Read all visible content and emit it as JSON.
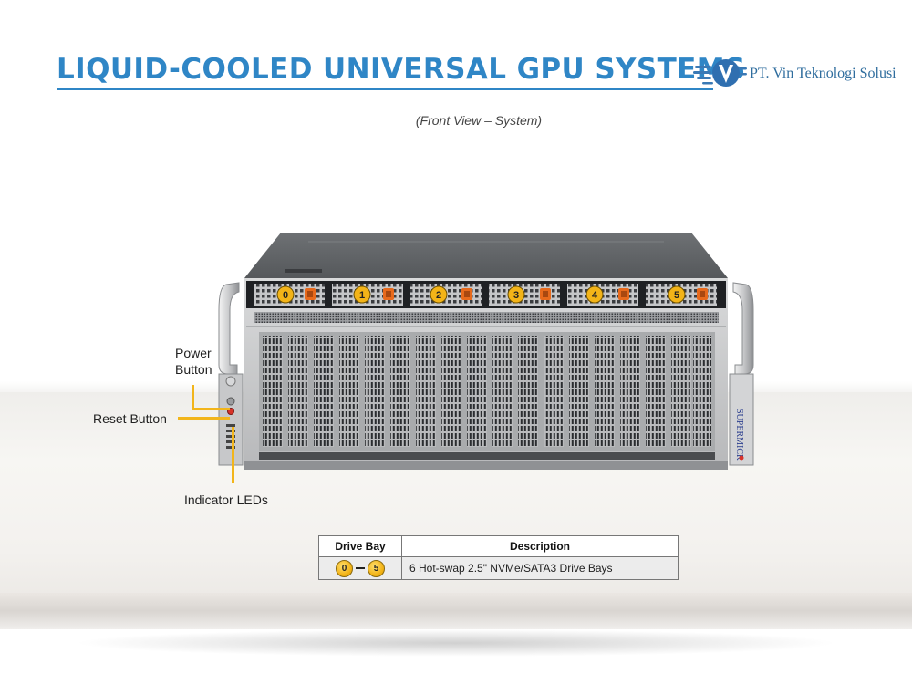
{
  "header": {
    "title": "LIQUID-COOLED UNIVERSAL GPU SYSTEMS",
    "company": "PT. Vin Teknologi Solusi",
    "logo_icon": "winged-v-logo-icon",
    "accent_color": "#2f86c6"
  },
  "subtitle": "(Front View – System)",
  "server": {
    "brand": "SUPERMICR",
    "drive_bays": [
      "0",
      "1",
      "2",
      "3",
      "4",
      "5"
    ],
    "badge_color": "#f3b418",
    "latch_color": "#e86a1c"
  },
  "callouts": {
    "power_button_line1": "Power",
    "power_button_line2": "Button",
    "reset_button": "Reset Button",
    "indicator_leds": "Indicator  LEDs",
    "callout_color": "#f2b51b"
  },
  "table": {
    "headers": [
      "Drive Bay",
      "Description"
    ],
    "rows": [
      {
        "bay_start": "0",
        "bay_end": "5",
        "description": "6 Hot-swap  2.5\" NVMe/SATA3  Drive  Bays"
      }
    ]
  }
}
